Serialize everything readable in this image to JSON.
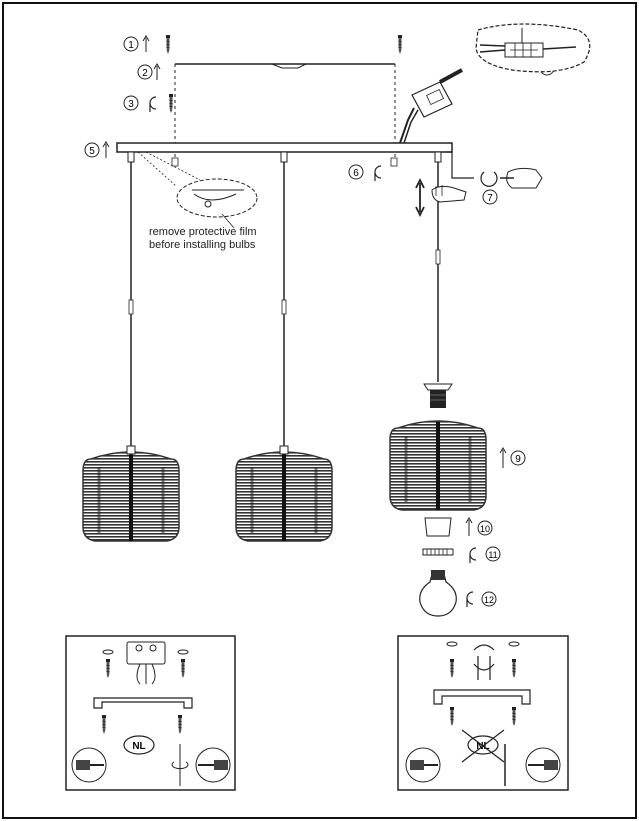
{
  "steps": [
    "1",
    "2",
    "3",
    "4",
    "5",
    "6",
    "7",
    "8",
    "9",
    "10",
    "11",
    "12"
  ],
  "note": {
    "line1": "remove protective film",
    "line2": "before installing bulbs"
  },
  "inset_left": {
    "badge": "NL"
  },
  "inset_right": {
    "badge": "NL"
  },
  "icons": {
    "screw": "screw-icon",
    "rotate": "rotate-arrow-icon",
    "up": "up-arrow-icon",
    "bulb": "bulb-icon",
    "hand": "hand-icon",
    "screwdriver": "screwdriver-icon",
    "connector": "terminal-block-icon"
  },
  "colors": {
    "ink": "#222222",
    "shade_stripes": "#444444",
    "background": "#ffffff"
  }
}
